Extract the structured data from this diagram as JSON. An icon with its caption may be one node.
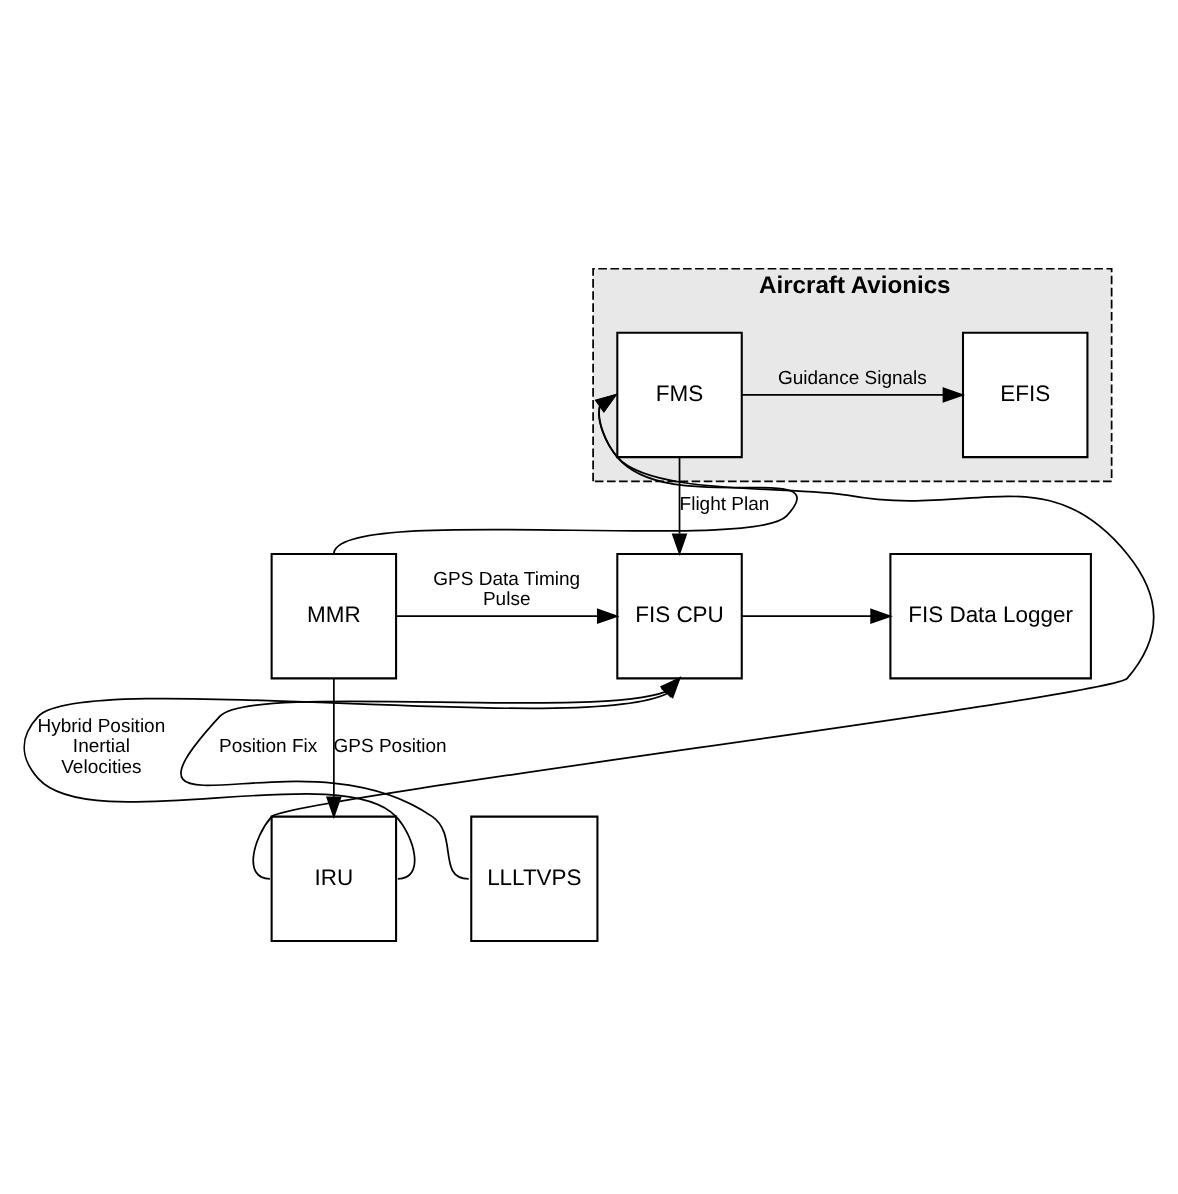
{
  "diagram": {
    "nodes": [
      {
        "text": [
          "Aircraft Avionics"
        ]
      },
      {
        "text": [
          "FMS"
        ],
        "in": 0
      },
      {
        "text": [
          "EFIS"
        ],
        "in": 0
      },
      {
        "text": [
          "MMR"
        ]
      },
      {
        "text": [
          "FIS CPU"
        ]
      },
      {
        "text": [
          "FIS Data Logger"
        ]
      },
      {
        "text": [
          "IRU"
        ]
      },
      {
        "text": [
          "LLLTVPS"
        ]
      }
    ],
    "edges": [
      {
        "from": 1,
        "to": 2,
        "arrow": "to",
        "label": "Guidance Signals"
      },
      {
        "from": 1,
        "to": 4,
        "arrow": "to",
        "label": "Flight Plan"
      },
      {
        "from": 3,
        "to": 1,
        "arrow": "to"
      },
      {
        "from": 6,
        "to": 1,
        "arrow": "to"
      },
      {
        "from": 3,
        "to": 4,
        "arrow": "to",
        "label": "GPS Data Timing Pulse"
      },
      {
        "from": 4,
        "to": 5,
        "arrow": "to"
      },
      {
        "from": 3,
        "to": 6,
        "arrow": "to",
        "label": "GPS Position"
      },
      {
        "from": 6,
        "to": 4,
        "arrow": "to",
        "label": "Hybrid Position Inertial Velocities"
      },
      {
        "from": 7,
        "to": 4,
        "arrow": "to",
        "label": "Position Fix"
      }
    ]
  }
}
